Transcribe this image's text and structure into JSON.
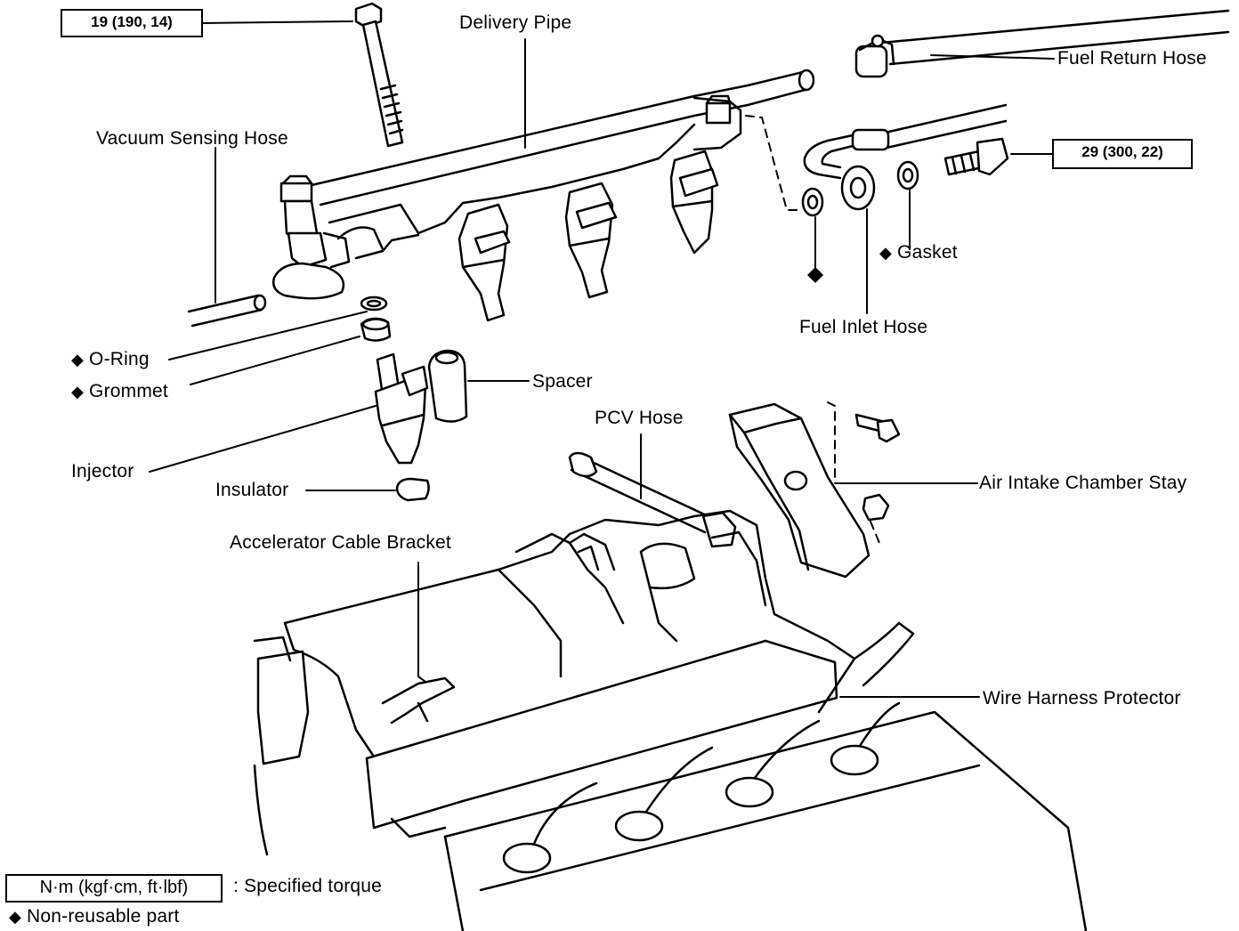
{
  "torque_boxes": {
    "delivery_pipe_bolt": "19 (190, 14)",
    "union_bolt": "29 (300, 22)"
  },
  "labels": {
    "delivery_pipe": "Delivery Pipe",
    "fuel_return_hose": "Fuel Return Hose",
    "vacuum_sensing_hose": "Vacuum Sensing Hose",
    "gasket": "Gasket",
    "fuel_inlet_hose": "Fuel Inlet Hose",
    "o_ring": "O-Ring",
    "grommet": "Grommet",
    "spacer": "Spacer",
    "pcv_hose": "PCV Hose",
    "injector": "Injector",
    "insulator": "Insulator",
    "air_intake_chamber_stay": "Air Intake Chamber Stay",
    "accelerator_cable_bracket": "Accelerator Cable Bracket",
    "wire_harness_protector": "Wire Harness Protector"
  },
  "legend": {
    "torque_unit": "N·m (kgf·cm, ft·lbf)",
    "torque_desc": ":  Specified torque",
    "nonreusable_desc": "Non-reusable part",
    "nonreusable_symbol": "◆"
  }
}
